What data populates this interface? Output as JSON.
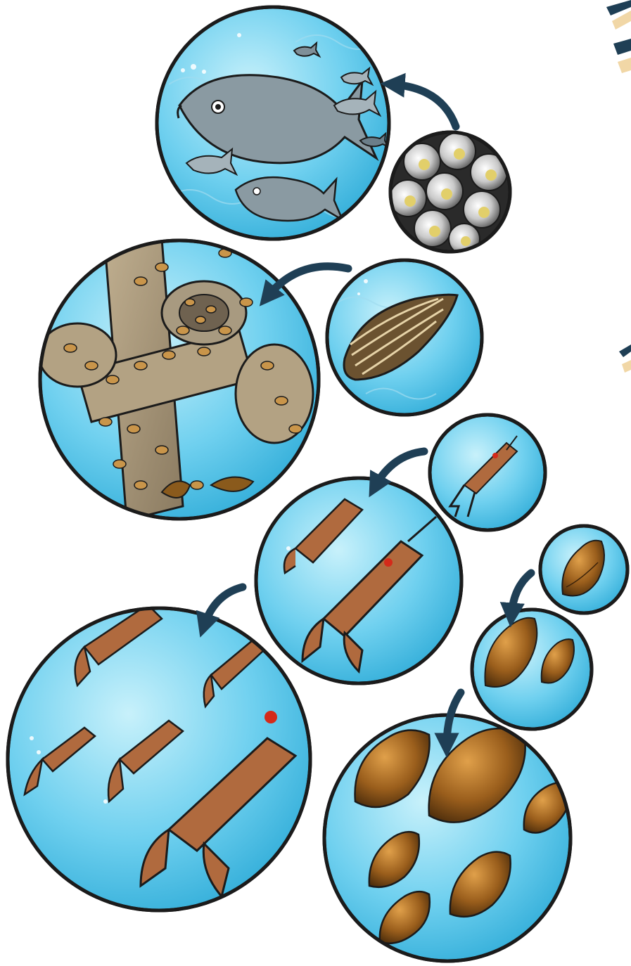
{
  "colors": {
    "water_light": "#c8f1fb",
    "water_mid": "#59c9ec",
    "water_dark": "#2aa9d6",
    "outline": "#1b1b1b",
    "arrow": "#1f3f55",
    "accent_tan": "#f1d7a6",
    "fish": "#8a9aa2",
    "mussel": "#6b5230",
    "crayfish": "#b06a3e",
    "snail": "#8a5a1c"
  },
  "panels": [
    {
      "subject": "fish-eggs",
      "icon": "egg-cluster-icon"
    },
    {
      "subject": "fish-school",
      "icon": "fish-icon"
    },
    {
      "subject": "mussel-single",
      "icon": "mussel-icon"
    },
    {
      "subject": "mussel-infestation",
      "icon": "mussel-cluster-icon"
    },
    {
      "subject": "crayfish-single",
      "icon": "crayfish-icon"
    },
    {
      "subject": "crayfish-pair",
      "icon": "crayfish-icon"
    },
    {
      "subject": "crayfish-swarm",
      "icon": "crayfish-icon"
    },
    {
      "subject": "snail-single",
      "icon": "snail-icon"
    },
    {
      "subject": "snail-pair",
      "icon": "snail-icon"
    },
    {
      "subject": "snail-swarm",
      "icon": "snail-icon"
    }
  ],
  "arrows": [
    {
      "from": "fish-eggs",
      "to": "fish-school"
    },
    {
      "from": "mussel-single",
      "to": "mussel-infestation"
    },
    {
      "from": "crayfish-single",
      "to": "crayfish-pair"
    },
    {
      "from": "crayfish-pair",
      "to": "crayfish-swarm"
    },
    {
      "from": "snail-single",
      "to": "snail-pair"
    },
    {
      "from": "snail-pair",
      "to": "snail-swarm"
    }
  ]
}
